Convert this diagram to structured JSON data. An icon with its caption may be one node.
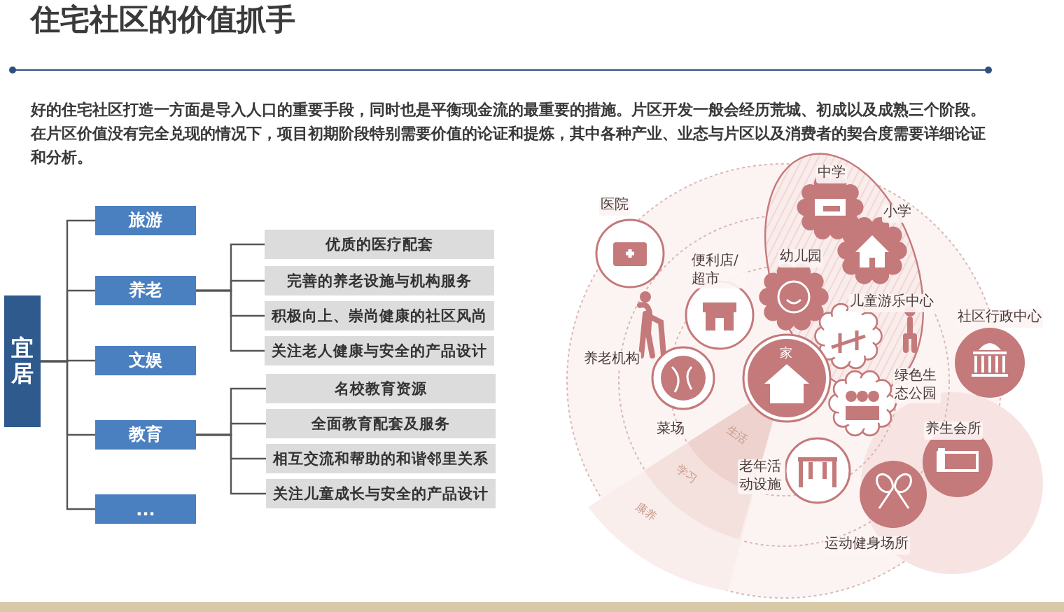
{
  "diagram": {
    "title": "住宅社区的价值抓手",
    "nodes": [
      {
        "text": [
          "宜居"
        ]
      },
      {
        "text": [
          "旅游"
        ]
      },
      {
        "text": [
          "养老"
        ]
      },
      {
        "text": [
          "文娱"
        ]
      },
      {
        "text": [
          "教育"
        ]
      },
      {
        "text": [
          "..."
        ]
      },
      {
        "text": [
          "优质的医疗配套"
        ]
      },
      {
        "text": [
          "完善的养老设施与机构服务"
        ]
      },
      {
        "text": [
          "积极向上、崇尚健康的社区风尚"
        ]
      },
      {
        "text": [
          "关注老人健康与安全的产品设计"
        ]
      },
      {
        "text": [
          "名校教育资源"
        ]
      },
      {
        "text": [
          "全面教育配套及服务"
        ]
      },
      {
        "text": [
          "相互交流和帮助的和谐邻里关系"
        ]
      },
      {
        "text": [
          "关注儿童成长与安全的产品设计"
        ]
      }
    ],
    "edges": [
      {
        "from": 0,
        "to": 1,
        "arrow": "none"
      },
      {
        "from": 0,
        "to": 2,
        "arrow": "none"
      },
      {
        "from": 0,
        "to": 3,
        "arrow": "none"
      },
      {
        "from": 0,
        "to": 4,
        "arrow": "none"
      },
      {
        "from": 0,
        "to": 5,
        "arrow": "none"
      },
      {
        "from": 2,
        "to": 6,
        "arrow": "none"
      },
      {
        "from": 2,
        "to": 7,
        "arrow": "none"
      },
      {
        "from": 2,
        "to": 8,
        "arrow": "none"
      },
      {
        "from": 2,
        "to": 9,
        "arrow": "none"
      },
      {
        "from": 4,
        "to": 10,
        "arrow": "none"
      },
      {
        "from": 4,
        "to": 11,
        "arrow": "none"
      },
      {
        "from": 4,
        "to": 12,
        "arrow": "none"
      },
      {
        "from": 4,
        "to": 13,
        "arrow": "none"
      }
    ],
    "labels": [
      "好的住宅社区打造一方面是导入人口的重要手段，同时也是平衡现金流的最重要的措施。片区开发一般会经历荒城、初成以及成熟三个阶段。在片区价值没有完全兑现的情况下，项目初期阶段特别需要价值的论证和提炼，其中各种产业、业态与片区以及消费者的契合度需要详细论证和分析。",
      "医院",
      "中学",
      "小学",
      "幼儿园",
      "便利店/超市",
      "儿童游乐中心",
      "社区行政中心",
      "养老机构",
      "家",
      "绿色生态公园",
      "菜场",
      "生活",
      "养生会所",
      "学习",
      "老年活动设施",
      "康养",
      "运动健身场所"
    ]
  }
}
